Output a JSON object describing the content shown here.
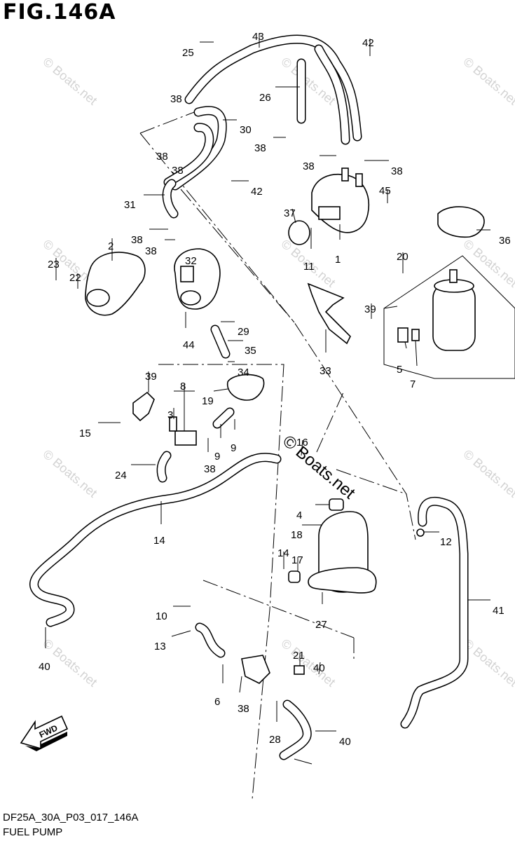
{
  "figure": {
    "title": "FIG.146A",
    "code": "DF25A_30A_P03_017_146A",
    "name": "FUEL PUMP",
    "watermark": "© Boats.net",
    "direction_label": "FWD"
  },
  "callouts": [
    "25",
    "43",
    "42",
    "38",
    "26",
    "30",
    "38",
    "38",
    "38",
    "38",
    "38",
    "31",
    "42",
    "37",
    "45",
    "36",
    "38",
    "38",
    "2",
    "23",
    "22",
    "32",
    "20",
    "11",
    "1",
    "44",
    "39",
    "29",
    "35",
    "33",
    "34",
    "5",
    "7",
    "39",
    "8",
    "3",
    "19",
    "15",
    "9",
    "9",
    "38",
    "16",
    "24",
    "14",
    "4",
    "18",
    "12",
    "14",
    "17",
    "41",
    "10",
    "27",
    "13",
    "21",
    "40",
    "6",
    "38",
    "40",
    "28",
    "40"
  ]
}
